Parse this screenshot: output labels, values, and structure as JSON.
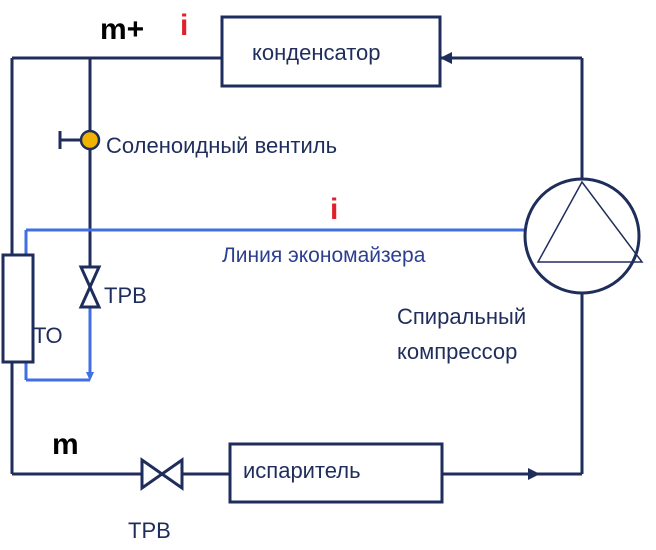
{
  "colors": {
    "pipe_main": "#1f2d5c",
    "pipe_economizer": "#3f6fe0",
    "valve_fill": "#f0b400",
    "accent_red": "#e0202a"
  },
  "labels": {
    "condenser": "конденсатор",
    "evaporator": "испаритель",
    "solenoid_valve": "Соленоидный вентиль",
    "economizer_line": "Линия экономайзера",
    "compressor_line1": "Спиральный",
    "compressor_line2": "компрессор",
    "heat_exchanger": "ТО",
    "expansion_valve_top": "ТРВ",
    "expansion_valve_bottom": "ТРВ",
    "mass_flow_top": "m+",
    "mass_flow_bottom": "m",
    "injection_marker_top": "i",
    "injection_marker_economizer": "i"
  }
}
